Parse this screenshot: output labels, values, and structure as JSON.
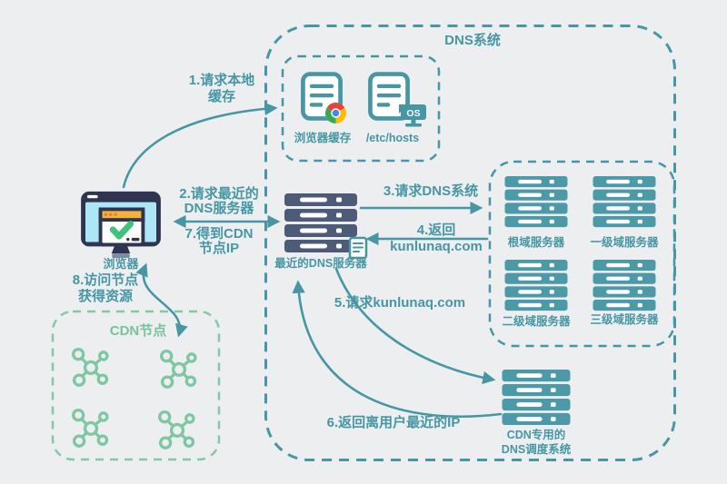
{
  "colors": {
    "teal": "#4696a4",
    "server_teal": "#4c99a8",
    "navy": "#4d5a78",
    "green": "#7ec7a3",
    "background": "#edeef0"
  },
  "dns_system": {
    "label": "DNS系统"
  },
  "local_cache": {
    "browser_cache_label": "浏览器缓存",
    "etc_hosts_label": "/etc/hosts",
    "os_badge_text": "OS"
  },
  "domain_servers": [
    {
      "label": "根域服务器"
    },
    {
      "label": "一级域服务器"
    },
    {
      "label": "二级域服务器"
    },
    {
      "label": "三级域服务器"
    }
  ],
  "nearest_dns": {
    "label": "最近的DNS服务器"
  },
  "cdn_dns": {
    "line1": "CDN专用的",
    "line2": "DNS调度系统"
  },
  "browser": {
    "label": "浏览器"
  },
  "cdn_nodes": {
    "label": "CDN节点"
  },
  "steps": [
    {
      "lines": [
        "1.请求本地",
        "缓存"
      ]
    },
    {
      "lines": [
        "2.请求最近的",
        "DNS服务器"
      ]
    },
    {
      "lines": [
        "3.请求DNS系统"
      ]
    },
    {
      "lines": [
        "4.返回",
        "kunlunaq.com"
      ]
    },
    {
      "lines": [
        "5.请求kunlunaq.com"
      ]
    },
    {
      "lines": [
        "6.返回离用户最近的IP"
      ]
    },
    {
      "lines": [
        "7.得到CDN",
        "节点IP"
      ]
    },
    {
      "lines": [
        "8.访问节点",
        "获得资源"
      ]
    }
  ]
}
